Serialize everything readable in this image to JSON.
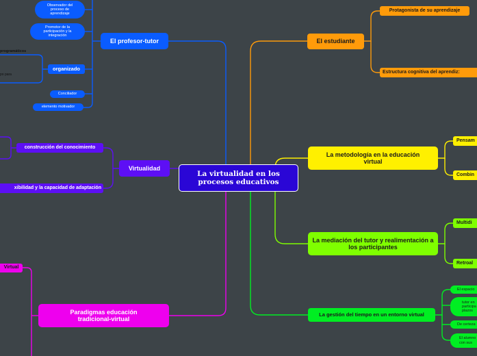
{
  "central": "La virtualidad en los procesos educativos",
  "profesor_tutor": {
    "label": "El profesor-tutor",
    "children": {
      "observador": "Observador del proceso de aprendizaje",
      "promotor": "Promotor de la participación y la integración",
      "organizado": "organizado",
      "conciliador": "Conciliador",
      "motivador": "elemento motivador"
    },
    "partial_programaticos": "programáticos",
    "partial_po_para": "po para"
  },
  "virtualidad": {
    "label": "Virtualidad",
    "children": {
      "construccion": "construcción del conocimiento",
      "flexibilidad": "xibilidad y la capacidad de adaptación"
    }
  },
  "paradigmas": {
    "label": "Paradigmas educación tradicional-virtual",
    "children": {
      "virtual": "Virtual"
    }
  },
  "estudiante": {
    "label": "El estudiante",
    "children": {
      "protagonista": "Protagonista de su aprendizaje",
      "estructura": "Estructura cognitiva del aprendiz:"
    }
  },
  "metodologia": {
    "label": "La metodología en la educación virtual",
    "children": {
      "pensam": "Pensam",
      "combin": "Combin"
    }
  },
  "mediacion": {
    "label": "La mediación del tutor y realimentación a los participantes",
    "children": {
      "multidi": "Multidi",
      "retroal": "Retroal"
    }
  },
  "gestion": {
    "label": "La gestión del tiempo en un entorno virtual",
    "children": {
      "espacio": "El espacio",
      "tutor": "tutor en participa plazos",
      "certeza": "De certeza",
      "alumno": "El alumno con sus"
    }
  },
  "colors": {
    "profesor": "#0a5cff",
    "virtualidad": "#5d0ff5",
    "paradigmas": "#ee00ee",
    "estudiante": "#ff9b0a",
    "metodologia": "#fff000",
    "mediacion": "#7fff00",
    "gestion": "#00ee22",
    "central": "#2a06d6"
  }
}
